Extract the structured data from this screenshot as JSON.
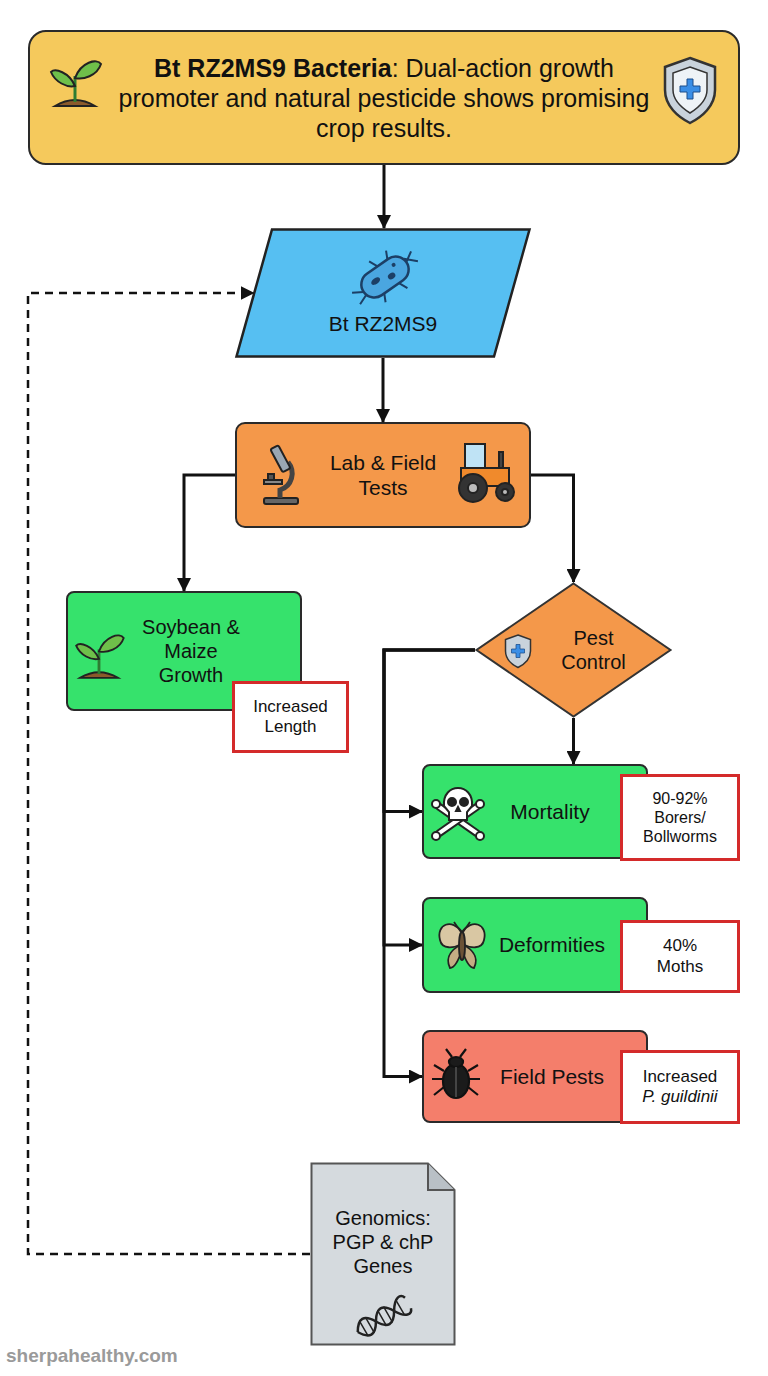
{
  "diagram": {
    "nodes": [
      {
        "text": [
          "Bt RZ2MS9 Bacteria",
          ": Dual-action growth promoter and natural pesticide shows promising crop results."
        ]
      },
      {
        "text": [
          "Bt RZ2MS9"
        ]
      },
      {
        "text": [
          "Lab & Field Tests"
        ]
      },
      {
        "text": [
          "Soybean & Maize Growth"
        ]
      },
      {
        "text": [
          "Increased Length"
        ]
      },
      {
        "text": [
          "Pest Control"
        ]
      },
      {
        "text": [
          "Mortality"
        ]
      },
      {
        "text": [
          "90-92% Borers/ Bollworms"
        ]
      },
      {
        "text": [
          "Deformities"
        ]
      },
      {
        "text": [
          "40% Moths"
        ]
      },
      {
        "text": [
          "Field Pests"
        ]
      },
      {
        "text": [
          "Increased",
          "P. guildinii"
        ]
      },
      {
        "text": [
          "Genomics: PGP & chP Genes"
        ]
      }
    ],
    "edges": [
      {
        "from": 0,
        "to": 1,
        "arrow": "to"
      },
      {
        "from": 1,
        "to": 2,
        "arrow": "to"
      },
      {
        "from": 2,
        "to": 3,
        "arrow": "to"
      },
      {
        "from": 2,
        "to": 5,
        "arrow": "to"
      },
      {
        "from": 5,
        "to": 6,
        "arrow": "to"
      },
      {
        "from": 5,
        "to": 6,
        "arrow": "to"
      },
      {
        "from": 5,
        "to": 8,
        "arrow": "to"
      },
      {
        "from": 5,
        "to": 10,
        "arrow": "to"
      },
      {
        "from": 12,
        "to": 1,
        "arrow": "to"
      }
    ],
    "labels": [
      "sherpahealthy.com"
    ]
  }
}
